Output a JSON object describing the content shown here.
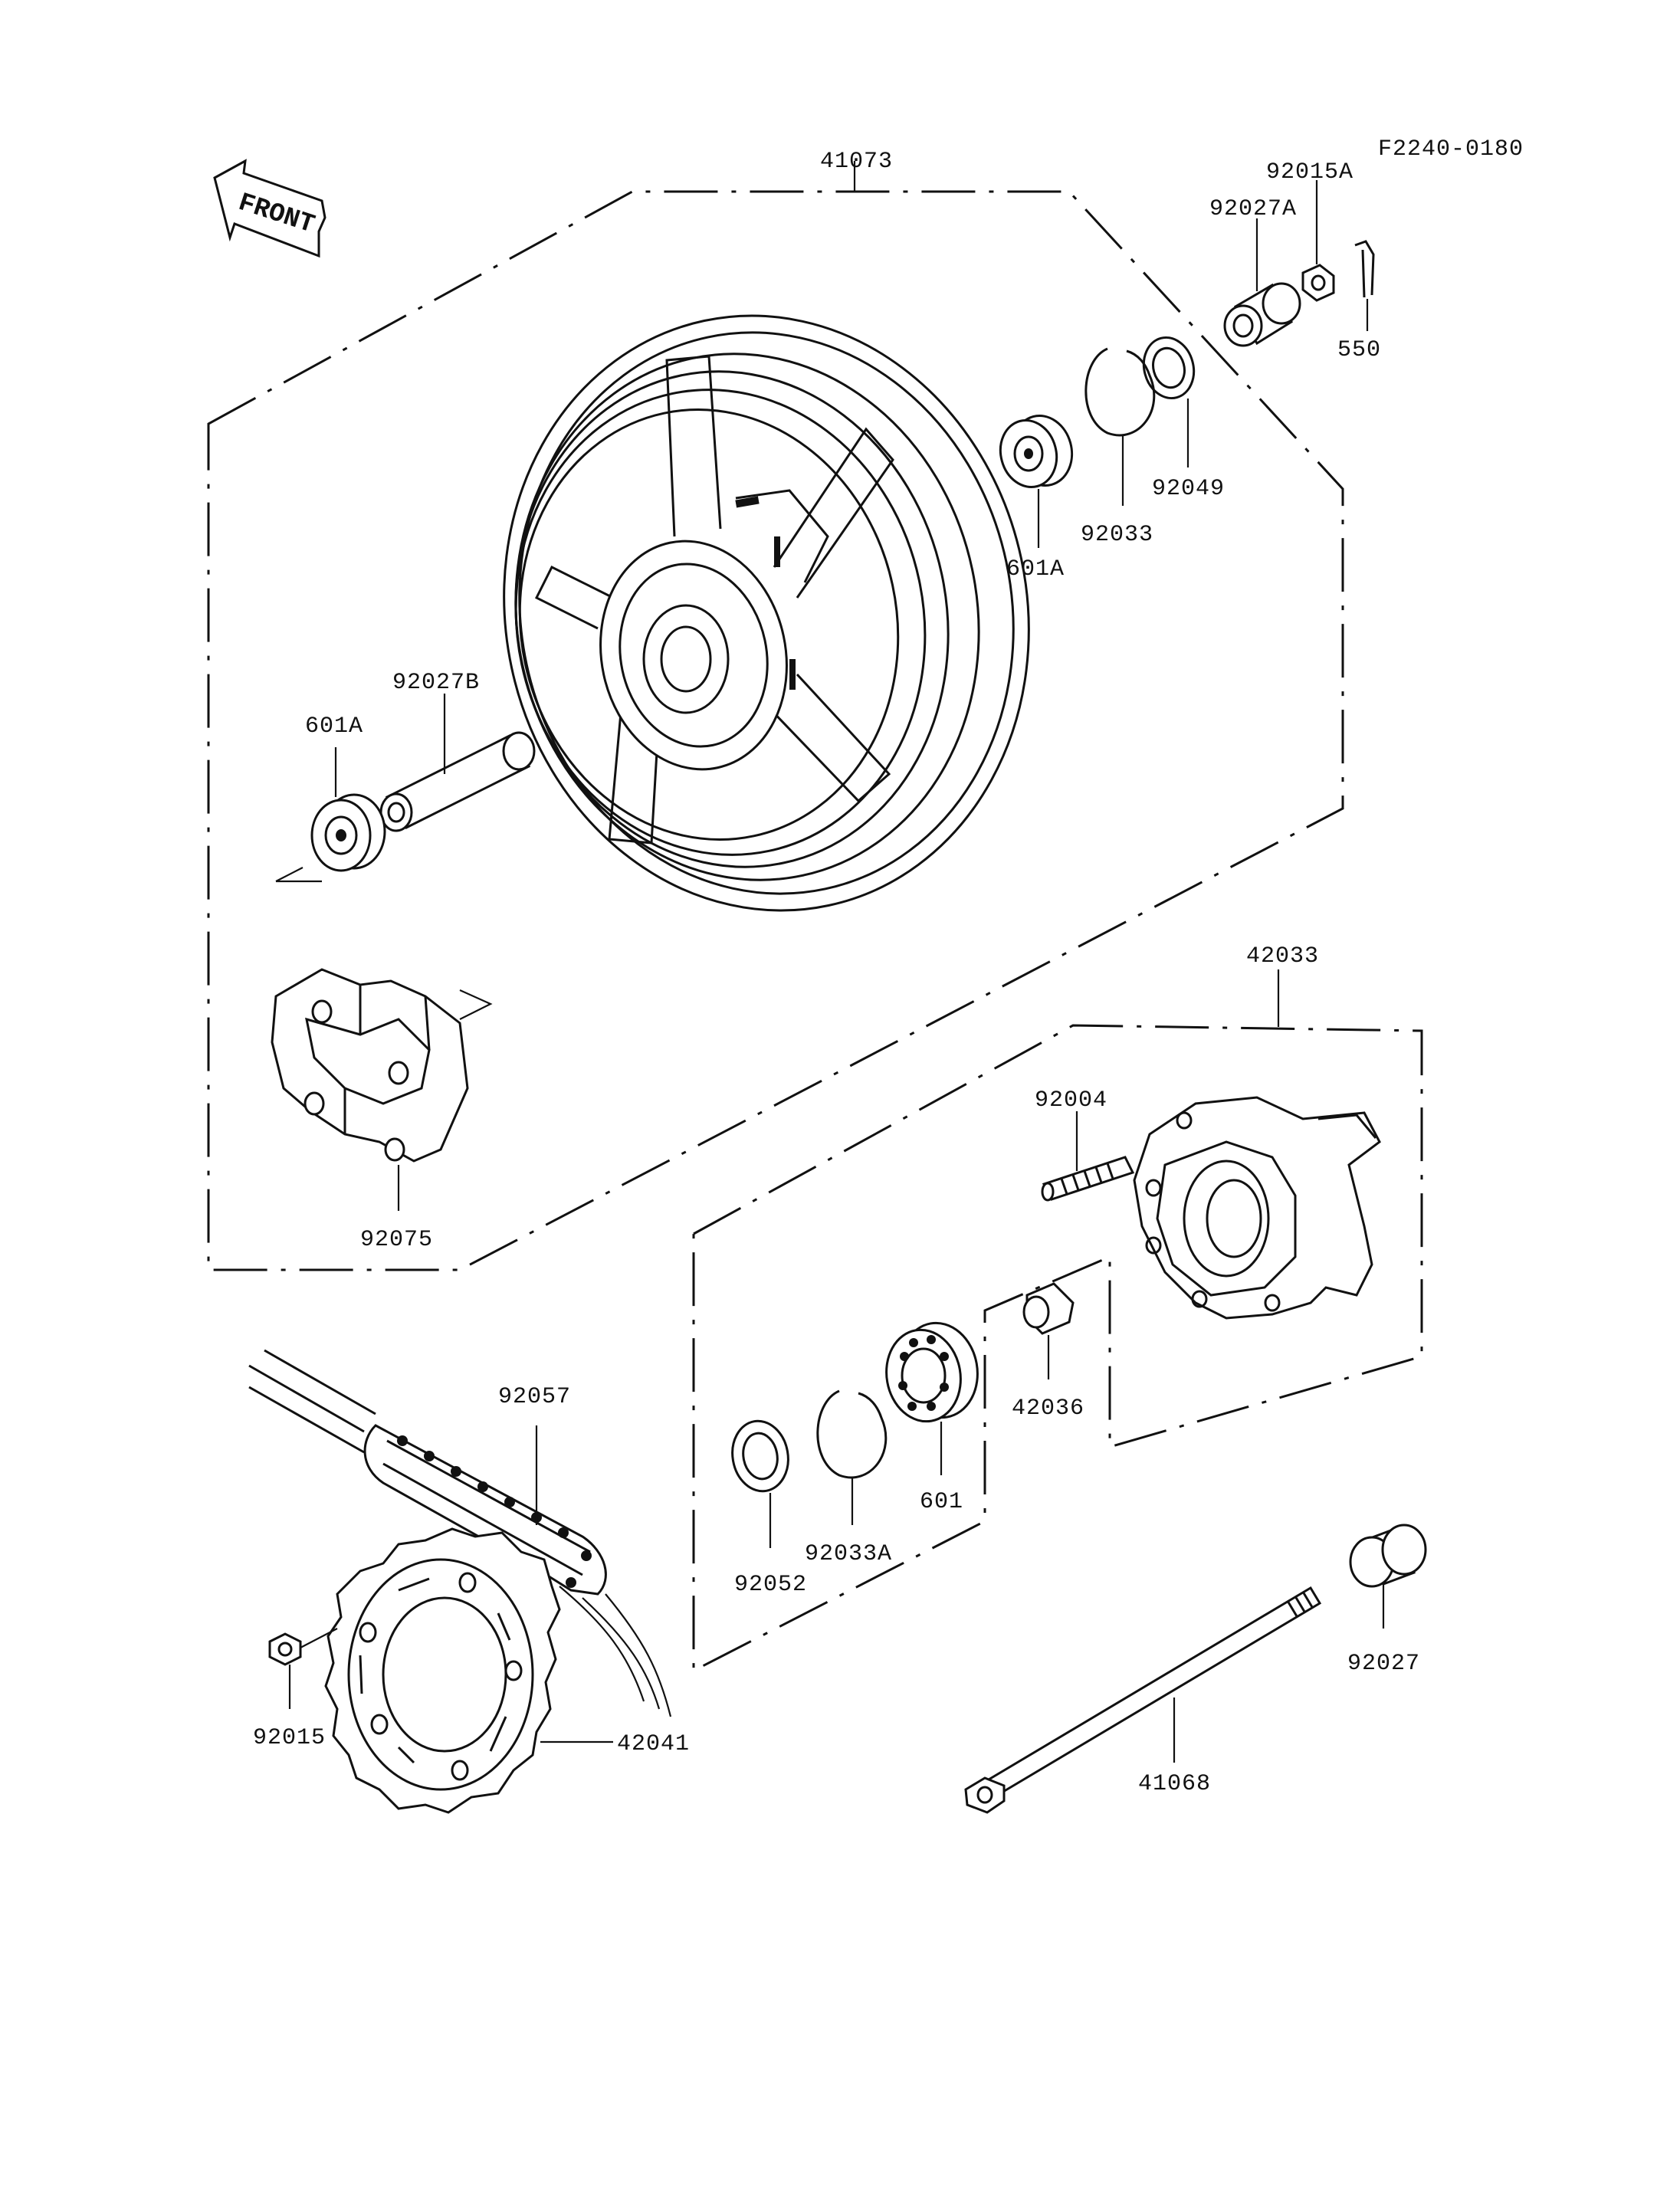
{
  "figure_code": "F2240-0180",
  "front_arrow": "FRONT",
  "parts": {
    "rear_wheel": "41073",
    "collar_a_nut": "92015A",
    "collar_a": "92027A",
    "cotter_pin": "550",
    "oil_seal_right": "92049",
    "circlip_right": "92033",
    "bearing_right": "601A",
    "collar_b": "92027B",
    "bearing_left": "601A",
    "damper": "92075",
    "coupling": "42033",
    "stud": "92004",
    "coupling_collar": "42036",
    "bearing": "601",
    "circlip_a": "92033A",
    "oil_seal": "92052",
    "chain": "92057",
    "sprocket_nut": "92015",
    "sprocket": "42041",
    "axle": "41068",
    "collar": "92027"
  }
}
